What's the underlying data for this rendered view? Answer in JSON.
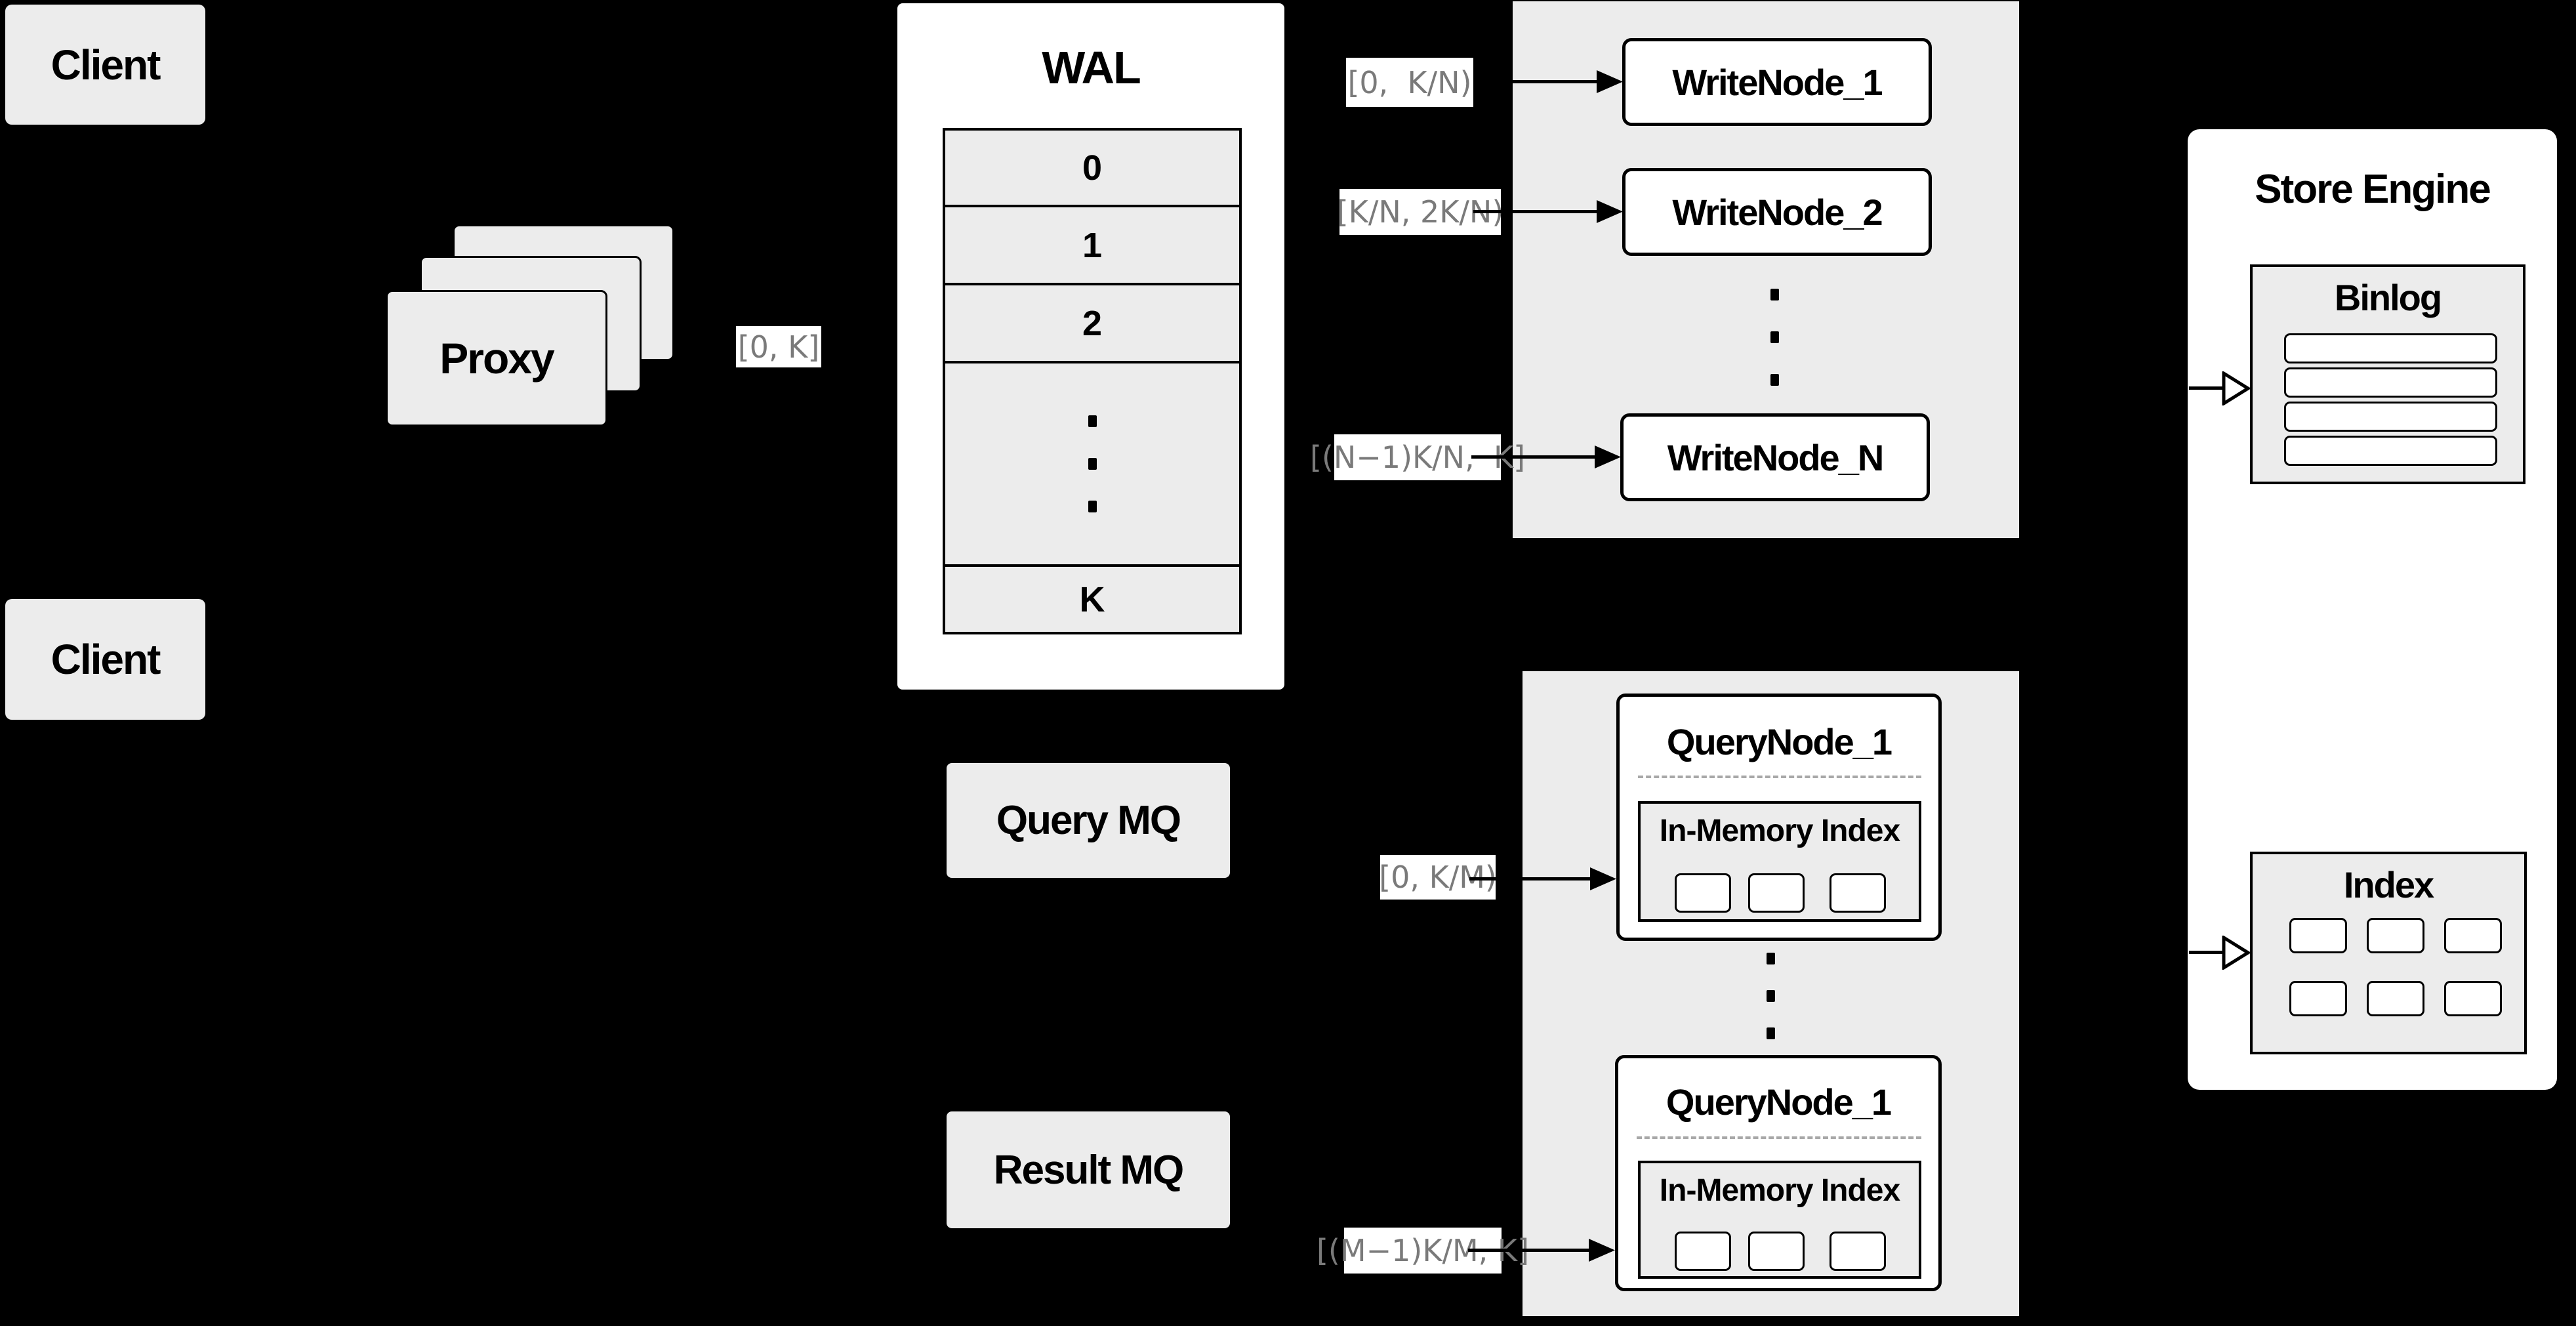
{
  "clients": {
    "top": "Client",
    "bottom": "Client"
  },
  "proxy": {
    "label": "Proxy",
    "range_label": "[0, K]"
  },
  "wal": {
    "title": "WAL",
    "segments": [
      "0",
      "1",
      "2"
    ],
    "last_segment": "K"
  },
  "write_nodes": {
    "nodes": [
      "WriteNode_1",
      "WriteNode_2",
      "WriteNode_N"
    ],
    "ranges": [
      "[0,  K/N)",
      "[K/N, 2K/N)",
      "[(N−1)K/N,  K]"
    ]
  },
  "store_engine": {
    "title": "Store Engine",
    "binlog_title": "Binlog",
    "index_title": "Index"
  },
  "mq": {
    "query": "Query MQ",
    "result": "Result MQ"
  },
  "query_nodes": {
    "nodes": [
      {
        "title": "QueryNode_1",
        "subtitle": "In-Memory Index"
      },
      {
        "title": "QueryNode_1",
        "subtitle": "In-Memory Index"
      }
    ],
    "ranges": [
      "[0, K/M)",
      "[(M−1)K/M, K]"
    ]
  },
  "colors": {
    "background": "#000000",
    "panel_gray": "#ECECEC",
    "panel_white": "#FFFFFF",
    "stroke_black": "#000000",
    "range_label_text": "#7A7A7A",
    "dashed_separator": "#A8A8A8"
  }
}
